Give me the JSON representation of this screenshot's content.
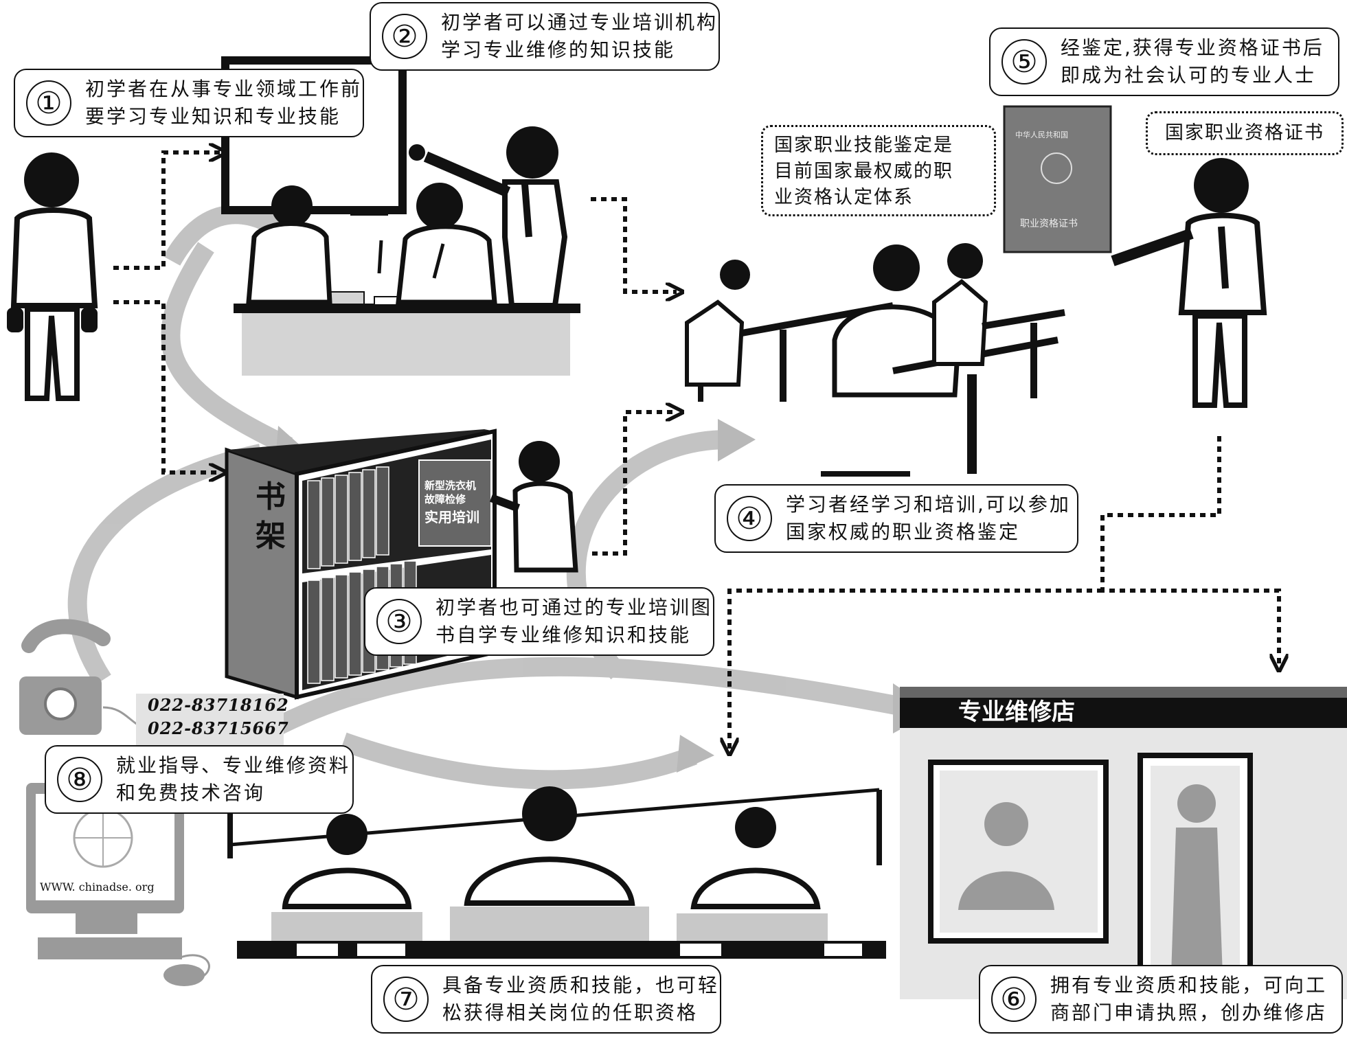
{
  "steps": [
    {
      "num": "①",
      "line1": "初学者在从事专业领域工作前",
      "line2": "要学习专业知识和专业技能"
    },
    {
      "num": "②",
      "line1": "初学者可以通过专业培训机构",
      "line2": "学习专业维修的知识技能"
    },
    {
      "num": "③",
      "line1": "初学者也可通过的专业培训图",
      "line2": "书自学专业维修知识和技能"
    },
    {
      "num": "④",
      "line1": "学习者经学习和培训,可以参加",
      "line2": "国家权威的职业资格鉴定"
    },
    {
      "num": "⑤",
      "line1": "经鉴定,获得专业资格证书后",
      "line2": "即成为社会认可的专业人士"
    },
    {
      "num": "⑥",
      "line1": "拥有专业资质和技能，可向工",
      "line2": "商部门申请执照，创办维修店"
    },
    {
      "num": "⑦",
      "line1": "具备专业资质和技能，也可轻",
      "line2": "松获得相关岗位的任职资格"
    },
    {
      "num": "⑧",
      "line1": "就业指导、专业维修资料",
      "line2": "和免费技术咨询"
    }
  ],
  "notes": {
    "authority": [
      "国家职业技能鉴定是",
      "目前国家最权威的职",
      "业资格认定体系"
    ],
    "certificate_label": "国家职业资格证书"
  },
  "labels": {
    "bookshelf_1": "书",
    "bookshelf_2": "架",
    "shop_sign": "专业维修店",
    "website": "WWW. chinadse. org",
    "certificate_cover": "职业资格证书",
    "certificate_top": "中华人民共和国",
    "book_cover_1": "新型洗衣机",
    "book_cover_2": "故障检修",
    "book_cover_3": "实用培训"
  },
  "phones": [
    "022-83718162",
    "022-83715667"
  ],
  "colors": {
    "ink": "#111111",
    "gray": "#9a9a9a",
    "light_gray": "#d4d4d4",
    "paper": "#ffffff"
  }
}
